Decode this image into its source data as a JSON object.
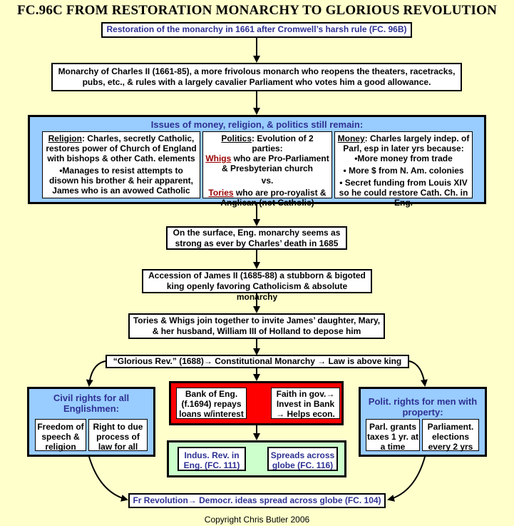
{
  "title": "FC.96C FROM RESTORATION MONARCHY TO GLORIOUS REVOLUTION",
  "restoration": "Restoration of the monarchy in 1661 after Cromwell’s harsh rule (FC. 96B)",
  "charles": "Monarchy of Charles II (1661-85), a more frivolous monarch who reopens the theaters, racetracks, pubs, etc., & rules with a largely cavalier Parliament who votes him a good allowance.",
  "issues": {
    "heading": "Issues of money, religion, & politics still remain:",
    "religion": {
      "label": "Religion",
      "text1": ": Charles, secretly Catholic, restores power of Church of England with bishops & other Cath. elements",
      "text2": "•Manages to resist attempts to disown his brother & heir apparent, James who is an avowed Catholic"
    },
    "politics": {
      "label": "Politics",
      "intro": ": Evolution of 2 parties:",
      "whigs": "Whigs",
      "whigs_text": " who are Pro-Parliament & Presbyterian church",
      "vs": "vs.",
      "tories": "Tories",
      "tories_text": " who are pro-royalist & Anglican (not Catholic)"
    },
    "money": {
      "label": "Money",
      "text1": ": Charles largely indep. of Parl, esp in later yrs because: •More money from trade",
      "text2": "• More $ from N. Am. colonies",
      "text3": "• Secret funding from Louis XIV so he could restore Cath. Ch. in Eng."
    }
  },
  "surface": "On the surface, Eng. monarchy seems as strong as ever by Charles’ death in 1685",
  "james": "Accession of James II (1685-88) a stubborn & bigoted king openly favoring Catholicism & absolute monarchy",
  "tories_whigs": "Tories & Whigs join together to invite James’ daughter, Mary, & her husband, William III of Holland to depose him",
  "glorious": "“Glorious Rev.” (1688)→ Constitutional Monarchy → Law is above king",
  "civil": {
    "heading": "Civil rights for all Englishmen:",
    "cell1": "Freedom of speech & religion",
    "cell2": "Right to due process of law for all"
  },
  "bank": {
    "cell1": "Bank of Eng. (f.1694) repays loans w/interest",
    "cell2": "Faith in gov.→ Invest in Bank → Helps econ."
  },
  "indus": {
    "cell1": "Indus. Rev. in Eng. (FC. 111)",
    "cell2": "Spreads across globe (FC. 116)"
  },
  "polit": {
    "heading": "Polit. rights for men with property:",
    "cell1": "Parl. grants taxes 1 yr. at a time",
    "cell2": "Parliament. elections every 2 yrs"
  },
  "fr_rev": "Fr Revolution→ Democr. ideas spread across globe (FC. 104)",
  "copyright": "Copyright Chris Butler 2006"
}
